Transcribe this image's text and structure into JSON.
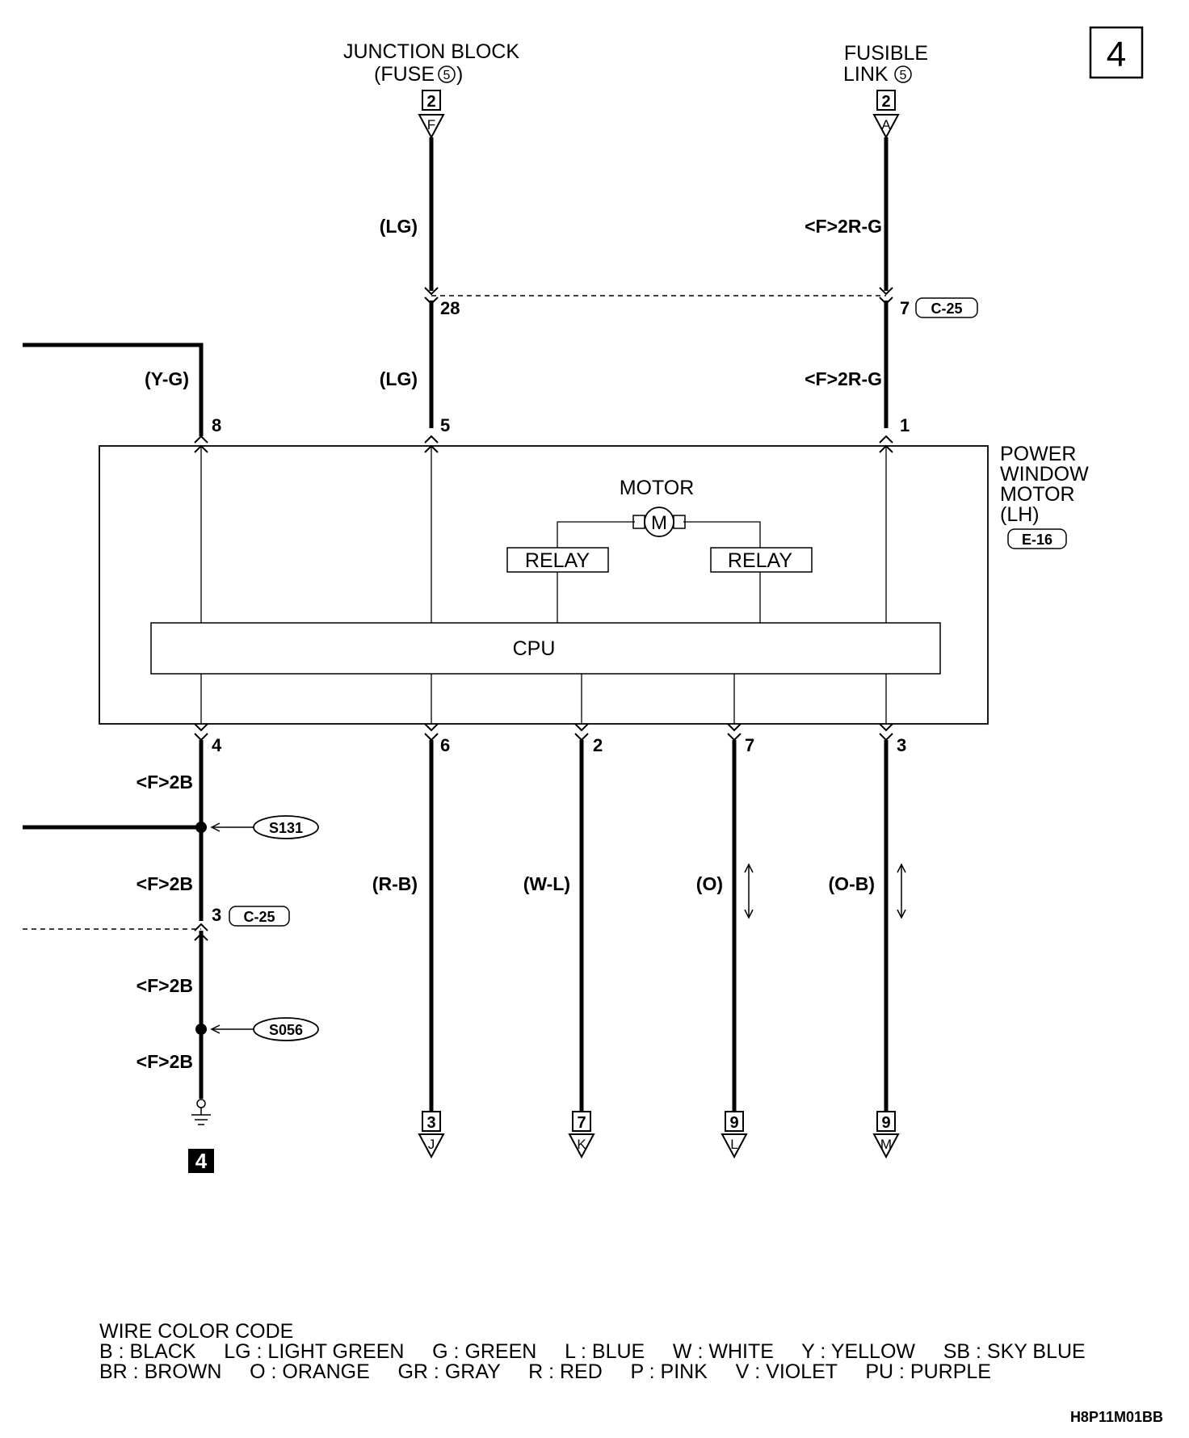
{
  "page_number": "4",
  "top": {
    "junction_block": {
      "line1": "JUNCTION BLOCK",
      "line2": "(FUSE",
      "fuse_no": "5",
      "close": ")",
      "box": "2",
      "letter": "F"
    },
    "fusible_link": {
      "line1": "FUSIBLE",
      "line2": "LINK",
      "link_no": "5",
      "box": "2",
      "letter": "A"
    }
  },
  "wires": {
    "lg_upper": "(LG)",
    "r2rg_upper": "<F>2R-G",
    "pin_28": "28",
    "pin_7_c25": "7",
    "c25_top": "C-25",
    "yg": "(Y-G)",
    "lg_lower": "(LG)",
    "r2rg_lower": "<F>2R-G",
    "pin_8": "8",
    "pin_5": "5",
    "pin_1": "1"
  },
  "component": {
    "name_lines": [
      "POWER",
      "WINDOW",
      "MOTOR",
      "(LH)"
    ],
    "connector": "E-16",
    "motor_label": "MOTOR",
    "motor_symbol": "M",
    "relay_left": "RELAY",
    "relay_right": "RELAY",
    "cpu": "CPU"
  },
  "bottom": {
    "pins": [
      "4",
      "6",
      "2",
      "7",
      "3"
    ],
    "f2b_1": "<F>2B",
    "splice_s131": "S131",
    "f2b_2": "<F>2B",
    "pin_3_c25": "3",
    "c25_bottom": "C-25",
    "f2b_3": "<F>2B",
    "splice_s056": "S056",
    "f2b_4": "<F>2B",
    "ground_id": "4",
    "rb": "(R-B)",
    "wl": "(W-L)",
    "o": "(O)",
    "ob": "(O-B)",
    "offpage": [
      {
        "num": "3",
        "letter": "J"
      },
      {
        "num": "7",
        "letter": "K"
      },
      {
        "num": "9",
        "letter": "L"
      },
      {
        "num": "9",
        "letter": "M"
      }
    ]
  },
  "legend": {
    "title": "WIRE COLOR CODE",
    "row1": "B : BLACK     LG : LIGHT GREEN     G : GREEN     L : BLUE     W : WHITE     Y : YELLOW     SB : SKY BLUE",
    "row2": "BR : BROWN     O : ORANGE     GR : GRAY     R : RED     P : PINK     V : VIOLET     PU : PURPLE"
  },
  "figure_code": "H8P11M01BB"
}
